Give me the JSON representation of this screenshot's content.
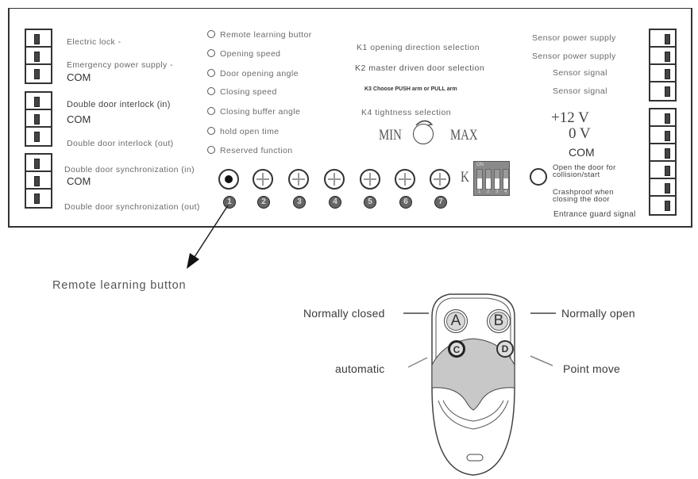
{
  "left_terminals": {
    "labels": [
      {
        "text": "Electric lock -"
      },
      {
        "text": "Emergency power supply -"
      },
      {
        "text": "COM"
      },
      {
        "text": "Double door interlock (in)"
      },
      {
        "text": "COM"
      },
      {
        "text": "Double door interlock (out)"
      },
      {
        "text": "Double door synchronization (in)"
      },
      {
        "text": "COM"
      },
      {
        "text": "Double door synchronization (out)"
      }
    ]
  },
  "functions": {
    "items": [
      {
        "num": "1",
        "text": "Remote learning buttor"
      },
      {
        "num": "2",
        "text": "Opening speed"
      },
      {
        "num": "3",
        "text": "Door opening angle"
      },
      {
        "num": "4",
        "text": "Closing speed"
      },
      {
        "num": "5",
        "text": "Closing buffer angle"
      },
      {
        "num": "6",
        "text": "hold open time"
      },
      {
        "num": "7",
        "text": "Reserved function"
      }
    ]
  },
  "dip_functions": {
    "k1": "K1 opening direction selection",
    "k2": "K2 master driven door selection",
    "k3": "K3 Choose PUSH arm or PULL arm",
    "k4": "K4 tightness selection",
    "min": "MIN",
    "max": "MAX"
  },
  "right_terminals": {
    "sensor_labels": [
      "Sensor power supply",
      "Sensor power supply",
      "Sensor signal",
      "Sensor signal"
    ],
    "v12": "+12  V",
    "v0": "0  V",
    "com": "COM",
    "open_collision_1": "Open the door for",
    "open_collision_2": "collision/start",
    "crashproof_1": "Crashproof when",
    "crashproof_2": "closing the door",
    "entrance": "Entrance guard signal"
  },
  "controls": {
    "pot_numbers": [
      "1",
      "2",
      "3",
      "4",
      "5",
      "6",
      "7"
    ],
    "k_label": "K",
    "dip": {
      "on_label": "ON",
      "switch_numbers": [
        "1",
        "2",
        "3",
        "4"
      ]
    }
  },
  "callout": {
    "remote_learning": "Remote learning button"
  },
  "remote": {
    "buttons": [
      "A",
      "B",
      "C",
      "D"
    ],
    "labels": {
      "normally_closed": "Normally closed",
      "normally_open": "Normally open",
      "automatic": "automatic",
      "point_move": "Point move"
    }
  }
}
